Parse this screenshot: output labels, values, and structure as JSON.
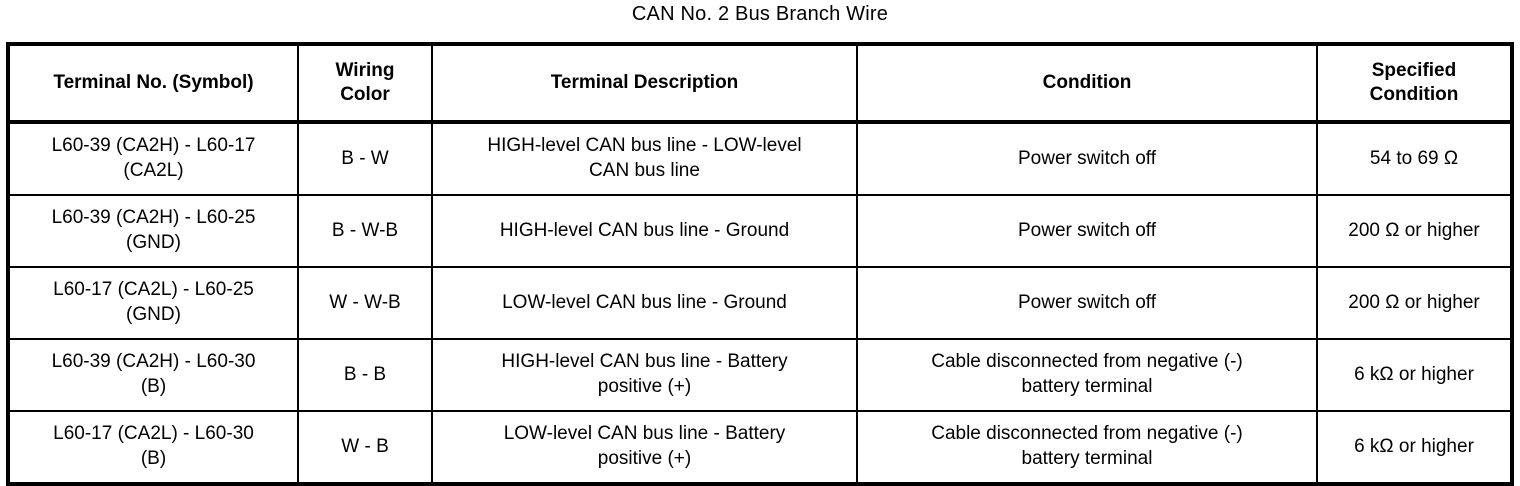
{
  "title": "CAN No. 2 Bus Branch Wire",
  "colors": {
    "border": "#000000",
    "background": "#ffffff",
    "text": "#000000"
  },
  "table": {
    "headers": [
      "Terminal No. (Symbol)",
      "Wiring\nColor",
      "Terminal Description",
      "Condition",
      "Specified\nCondition"
    ],
    "rows": [
      [
        "L60-39 (CA2H) - L60-17\n(CA2L)",
        "B - W",
        "HIGH-level CAN bus line - LOW-level\nCAN bus line",
        "Power switch off",
        "54 to 69 Ω"
      ],
      [
        "L60-39 (CA2H) - L60-25\n(GND)",
        "B - W-B",
        "HIGH-level CAN bus line - Ground",
        "Power switch off",
        "200 Ω or higher"
      ],
      [
        "L60-17 (CA2L) - L60-25\n(GND)",
        "W - W-B",
        "LOW-level CAN bus line - Ground",
        "Power switch off",
        "200 Ω or higher"
      ],
      [
        "L60-39 (CA2H) - L60-30\n(B)",
        "B - B",
        "HIGH-level CAN bus line - Battery\npositive (+)",
        "Cable disconnected from negative (-)\nbattery terminal",
        "6 kΩ or higher"
      ],
      [
        "L60-17 (CA2L) - L60-30\n(B)",
        "W - B",
        "LOW-level CAN bus line - Battery\npositive (+)",
        "Cable disconnected from negative (-)\nbattery terminal",
        "6 kΩ or higher"
      ]
    ]
  }
}
